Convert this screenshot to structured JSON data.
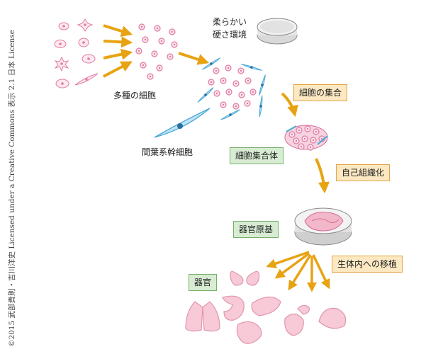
{
  "copyright": "©2015 武部貴則・吉川洋史 Licensed under a Creative Commons 表示 2.1 日本 License",
  "labels": {
    "soft_env_line1": "柔らかい",
    "soft_env_line2": "硬さ環境",
    "many_cells": "多種の細胞",
    "msc": "間葉系幹細胞"
  },
  "steps": {
    "aggregation": "細胞の集合",
    "cell_aggregate": "細胞集合体",
    "self_organization": "自己組織化",
    "organ_bud": "器官原基",
    "in_vivo_transplant": "生体内への移植",
    "organ": "器官"
  },
  "colors": {
    "arrow": "#e8a313",
    "cell_ring": "#e07ba3",
    "msc": "#49a9d6",
    "organ": "#f2b7c9",
    "green_box": "#d7ecd2",
    "orange_box": "#fce8c2"
  }
}
